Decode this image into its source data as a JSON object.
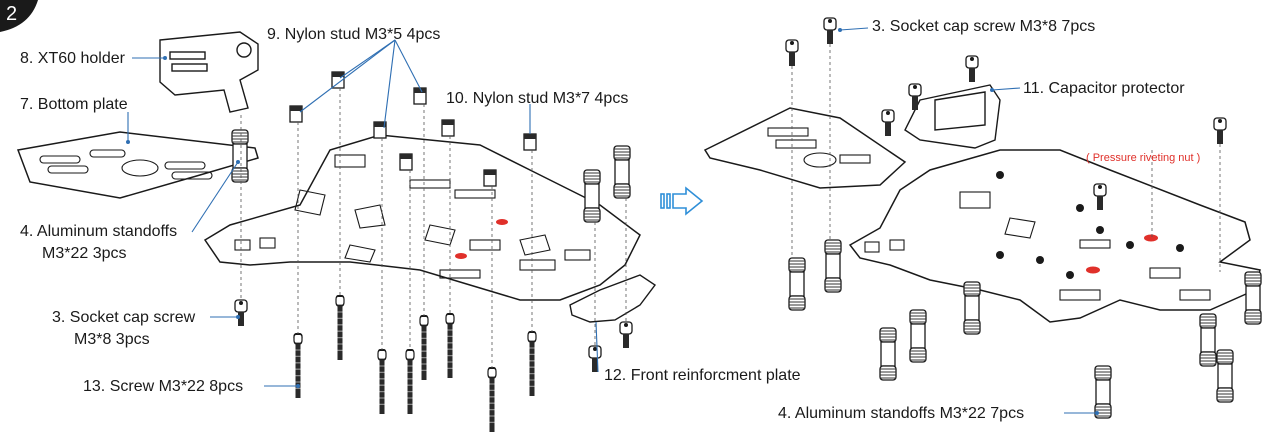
{
  "step": {
    "number": "2"
  },
  "labels": {
    "xt60_holder": "8. XT60 holder",
    "bottom_plate": "7. Bottom plate",
    "nylon_stud_5": "9. Nylon stud  M3*5  4pcs",
    "nylon_stud_7": "10. Nylon stud  M3*7  4pcs",
    "alu_standoffs_left_line1": "4. Aluminum standoffs",
    "alu_standoffs_left_line2": "M3*22  3pcs",
    "socket_screw_left_line1": "3. Socket cap screw",
    "socket_screw_left_line2": "M3*8  3pcs",
    "screw_m3_22": "13. Screw  M3*22  8pcs",
    "front_plate": "12. Front reinforcment plate",
    "socket_screw_right": "3. Socket cap screw  M3*8  7pcs",
    "capacitor_protector": "11. Capacitor protector",
    "pressure_nut": "( Pressure riveting nut )",
    "alu_standoffs_right": "4. Aluminum standoffs   M3*22  7pcs"
  },
  "colors": {
    "line": "#1a1a1a",
    "leader": "#2f6fb3",
    "rivet": "#e0302a",
    "arrow": "#2f8fd8",
    "badge": "#1a1a1a"
  }
}
